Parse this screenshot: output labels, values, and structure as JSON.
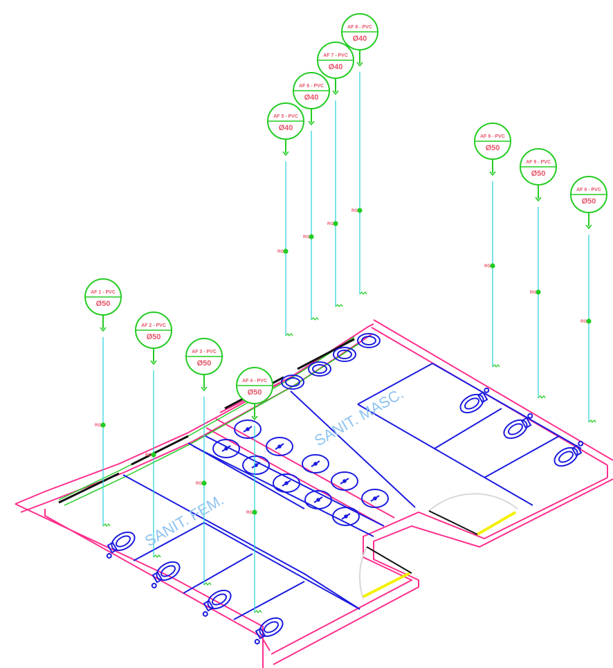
{
  "colors": {
    "wall": "#ff2d8c",
    "partition": "#1a1ae0",
    "fixture": "#1a1ae0",
    "tag": "#22cc22",
    "riser": "#22d3dd",
    "tag_text": "#e8556b",
    "room_text": "#8ec3f0",
    "door_leaf": "#f3f000",
    "door_swing": "#d8d8d8"
  },
  "rooms": {
    "female": "SANIT. FEM.",
    "male": "SANIT. MASC."
  },
  "valve_label": "RG",
  "tags": [
    {
      "top": "AF 1 - PVC",
      "diameter": "Ø50"
    },
    {
      "top": "AF 2 - PVC",
      "diameter": "Ø50"
    },
    {
      "top": "AF 3 - PVC",
      "diameter": "Ø50"
    },
    {
      "top": "AF 4 - PVC",
      "diameter": "Ø50"
    },
    {
      "top": "AF 5 - PVC",
      "diameter": "Ø40"
    },
    {
      "top": "AF 6 - PVC",
      "diameter": "Ø40"
    },
    {
      "top": "AF 7 - PVC",
      "diameter": "Ø40"
    },
    {
      "top": "AF 8 - PVC",
      "diameter": "Ø40"
    },
    {
      "top": "AF 9 - PVC",
      "diameter": "Ø50"
    },
    {
      "top": "AF 9 - PVC",
      "diameter": "Ø50"
    },
    {
      "top": "AF 9 - PVC",
      "diameter": "Ø50"
    }
  ],
  "fixtures": {
    "toilets_female": 4,
    "sinks_female": 10,
    "sinks_male": 5,
    "urinals_male": 3
  }
}
